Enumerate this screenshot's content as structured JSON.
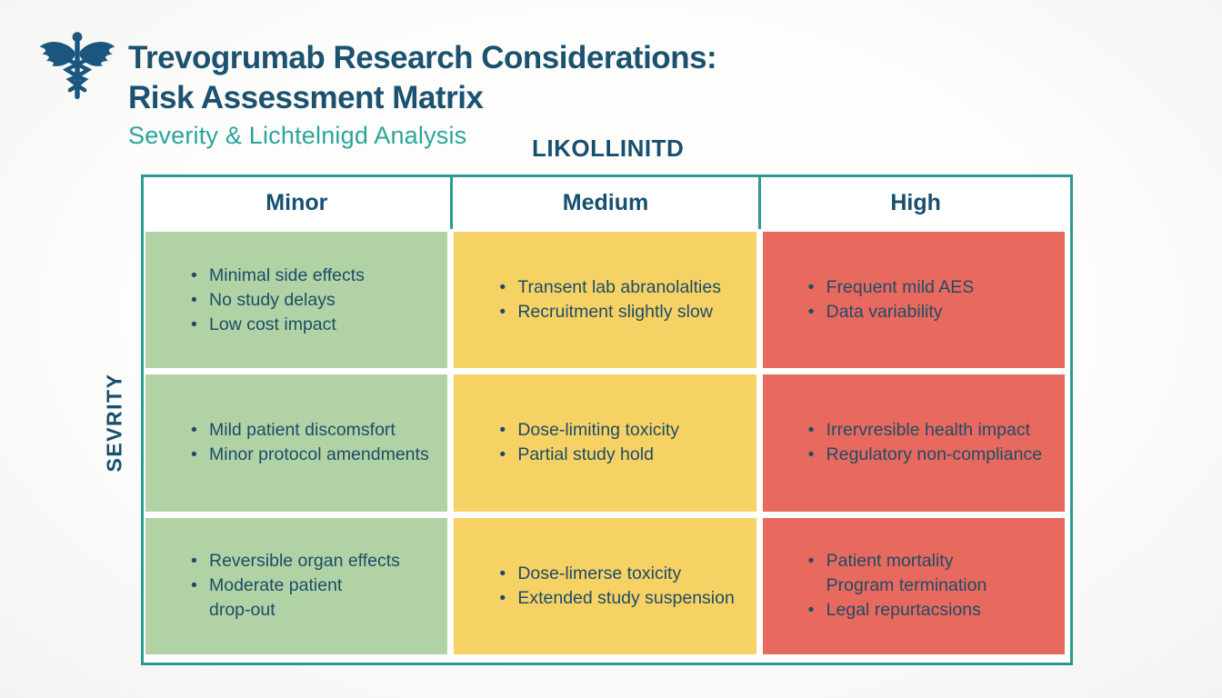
{
  "header": {
    "icon": "caduceus-medical-symbol",
    "title_line1": "Trevogrumab Research Considerations:",
    "title_line2": "Risk Assessment Matrix",
    "subtitle": "Severity & Lichtelnigd Analysis"
  },
  "axes": {
    "likelihood_label": "LIKOLLINITD",
    "severity_label": "SEVRITY"
  },
  "matrix": {
    "columns": [
      "Minor",
      "Medium",
      "High"
    ],
    "rows": [
      {
        "cells": [
          {
            "level": "low",
            "color": "#b1d2a5",
            "items": [
              {
                "bullet": true,
                "text": "Minimal side effects"
              },
              {
                "bullet": true,
                "text": "No study delays"
              },
              {
                "bullet": true,
                "text": "Low cost impact"
              }
            ]
          },
          {
            "level": "medium",
            "color": "#f6d264",
            "items": [
              {
                "bullet": true,
                "text": "Transent lab abranolalties"
              },
              {
                "bullet": true,
                "text": "Recruitment slightly slow"
              }
            ]
          },
          {
            "level": "high",
            "color": "#e8695d",
            "items": [
              {
                "bullet": true,
                "text": "Frequent mild AES"
              },
              {
                "bullet": true,
                "text": "Data variability"
              }
            ]
          }
        ]
      },
      {
        "cells": [
          {
            "level": "low",
            "color": "#b1d2a5",
            "items": [
              {
                "bullet": true,
                "text": "Mild patient discomsfort"
              },
              {
                "bullet": true,
                "text": "Minor protocol amendments"
              }
            ]
          },
          {
            "level": "medium",
            "color": "#f6d264",
            "items": [
              {
                "bullet": true,
                "text": "Dose-limiting toxicity"
              },
              {
                "bullet": true,
                "text": "Partial study hold"
              }
            ]
          },
          {
            "level": "high",
            "color": "#e8695d",
            "items": [
              {
                "bullet": true,
                "text": "Irrervresible health impact"
              },
              {
                "bullet": true,
                "text": "Regulatory non-compliance"
              }
            ]
          }
        ]
      },
      {
        "cells": [
          {
            "level": "low",
            "color": "#b1d2a5",
            "items": [
              {
                "bullet": true,
                "text": "Reversible organ effects"
              },
              {
                "bullet": true,
                "text": "Moderate patient\ndrop-out"
              }
            ]
          },
          {
            "level": "medium",
            "color": "#f6d264",
            "items": [
              {
                "bullet": true,
                "text": "Dose-limerse toxicity"
              },
              {
                "bullet": true,
                "text": "Extended study suspension"
              }
            ]
          },
          {
            "level": "high",
            "color": "#e8695d",
            "items": [
              {
                "bullet": true,
                "text": "Patient mortality"
              },
              {
                "bullet": false,
                "text": "Program termination"
              },
              {
                "bullet": true,
                "text": "Legal repurtacsions"
              }
            ]
          }
        ]
      }
    ]
  },
  "colors": {
    "title_navy": "#1a5270",
    "subtitle_teal": "#2ba59a",
    "table_border_teal": "#2d9a92",
    "cell_green": "#b1d2a5",
    "cell_yellow": "#f6d264",
    "cell_red": "#e8695d",
    "cell_text_navy": "#1e4c68",
    "icon_blue": "#1b567f",
    "background": "#fbfbf9"
  }
}
